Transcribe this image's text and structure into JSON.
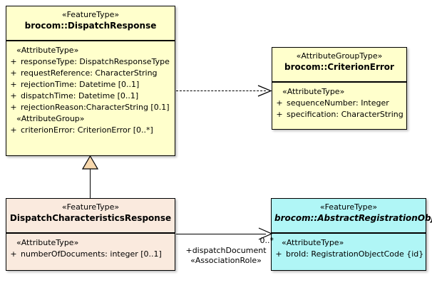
{
  "diagram": {
    "title": "UML class diagram",
    "background_color": "#ffffff"
  },
  "colors": {
    "feature_type_fill": "#ffffcc",
    "attribute_group_type_fill": "#ffffcc",
    "subtype_fill": "#faeade",
    "abstract_object_fill": "#b0f6f6",
    "border": "#000000",
    "generalization_triangle_fill": "#f7d8ad"
  },
  "classes": {
    "dispatch_response": {
      "stereotype": "«FeatureType»",
      "name": "brocom::DispatchResponse",
      "abstract": false,
      "compartments": [
        {
          "group_label": "«AttributeType»",
          "attributes": [
            {
              "visibility": "+",
              "text": "responseType: DispatchResponseType"
            },
            {
              "visibility": "+",
              "text": "requestReference: CharacterString"
            },
            {
              "visibility": "+",
              "text": "rejectionTime: Datetime [0..1]"
            },
            {
              "visibility": "+",
              "text": "dispatchTime: Datetime [0..1]"
            },
            {
              "visibility": "+",
              "text": "rejectionReason:CharacterString [0.1]"
            }
          ]
        },
        {
          "group_label": "«AttributeGroup»",
          "attributes": [
            {
              "visibility": "+",
              "text": "criterionError: CriterionError [0..*]"
            }
          ]
        }
      ]
    },
    "criterion_error": {
      "stereotype": "«AttributeGroupType»",
      "name": "brocom::CriterionError",
      "abstract": false,
      "compartments": [
        {
          "group_label": "«AttributeType»",
          "attributes": [
            {
              "visibility": "+",
              "text": "sequenceNumber: Integer"
            },
            {
              "visibility": "+",
              "text": "specification: CharacterString"
            }
          ]
        }
      ]
    },
    "dispatch_characteristics_response": {
      "stereotype": "«FeatureType»",
      "name": "DispatchCharacteristicsResponse",
      "abstract": false,
      "compartments": [
        {
          "group_label": "«AttributeType»",
          "attributes": [
            {
              "visibility": "+",
              "text": "numberOfDocuments: integer [0..1]"
            }
          ]
        }
      ]
    },
    "abstract_registration_object": {
      "stereotype": "«FeatureType»",
      "name": "brocom::AbstractRegistrationObject",
      "abstract": true,
      "compartments": [
        {
          "group_label": "«AttributeType»",
          "attributes": [
            {
              "visibility": "+",
              "text": "broId: RegistrationObjectCode {id}"
            }
          ]
        }
      ]
    }
  },
  "connectors": {
    "dependency": {
      "kind": "dependency",
      "line_style": "dashed",
      "arrowhead": "open",
      "from": "brocom::DispatchResponse",
      "to": "brocom::CriterionError"
    },
    "generalization": {
      "kind": "generalization",
      "line_style": "solid",
      "arrowhead": "hollow-triangle",
      "from": "DispatchCharacteristicsResponse",
      "to": "brocom::DispatchResponse"
    },
    "association": {
      "kind": "association",
      "line_style": "solid",
      "arrowhead": "open",
      "from": "DispatchCharacteristicsResponse",
      "to": "brocom::AbstractRegistrationObject",
      "multiplicity": "0..*",
      "role_name": "+dispatchDocument",
      "role_stereotype": "«AssociationRole»"
    }
  }
}
